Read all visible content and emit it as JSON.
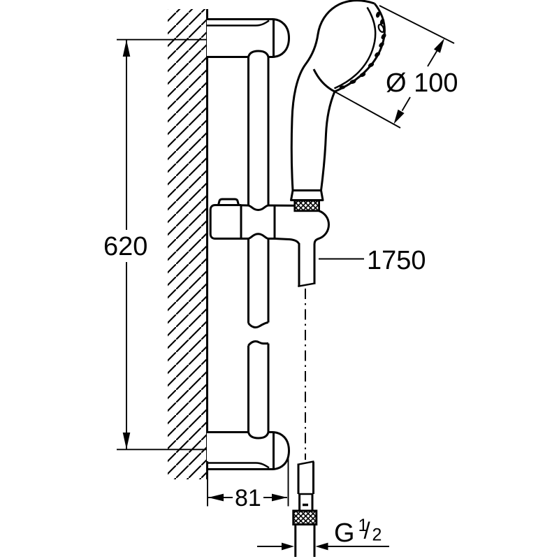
{
  "figure": {
    "colors": {
      "line": "#000000",
      "background": "#ffffff"
    },
    "dimensions": {
      "rail_height": "620",
      "head_diameter": "Ø 100",
      "hose_length": "1750",
      "wall_offset": "81",
      "thread": {
        "letter": "G",
        "numerator": "1",
        "slash": "/",
        "denominator": "2"
      }
    }
  }
}
